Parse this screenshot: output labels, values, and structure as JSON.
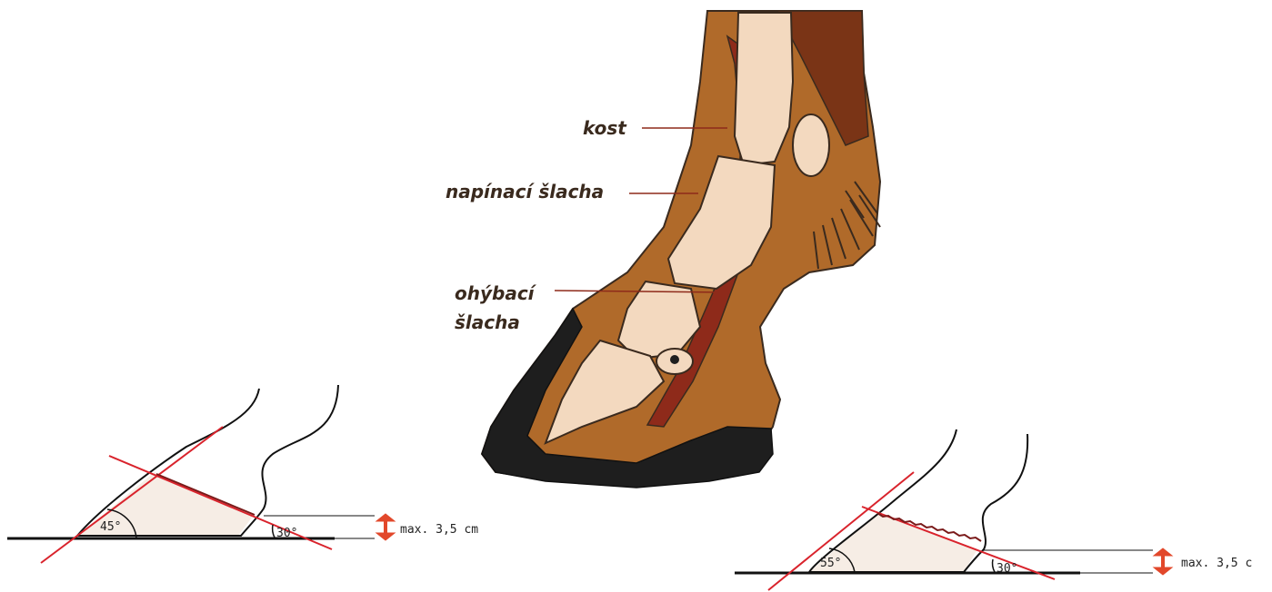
{
  "leg_diagram": {
    "labels": {
      "bone": "kost",
      "extensor_tendon": "napínací šlacha",
      "flexor_tendon_line1": "ohýbací",
      "flexor_tendon_line2": "šlacha"
    },
    "colors": {
      "skin": "#b06a2a",
      "bone": "#f3d9bf",
      "tendon": "#8e2a1a",
      "hoof": "#1e1e1e",
      "hair": "#3a2a1e"
    }
  },
  "hoof_left": {
    "toe_angle": "45°",
    "heel_angle": "30°",
    "measurement": "max. 3,5 cm"
  },
  "hoof_right": {
    "toe_angle": "55°",
    "heel_angle": "30°",
    "measurement": "max. 3,5 c"
  },
  "colors": {
    "guide_line": "#d9232c",
    "measure_arrow": "#e2482b"
  }
}
